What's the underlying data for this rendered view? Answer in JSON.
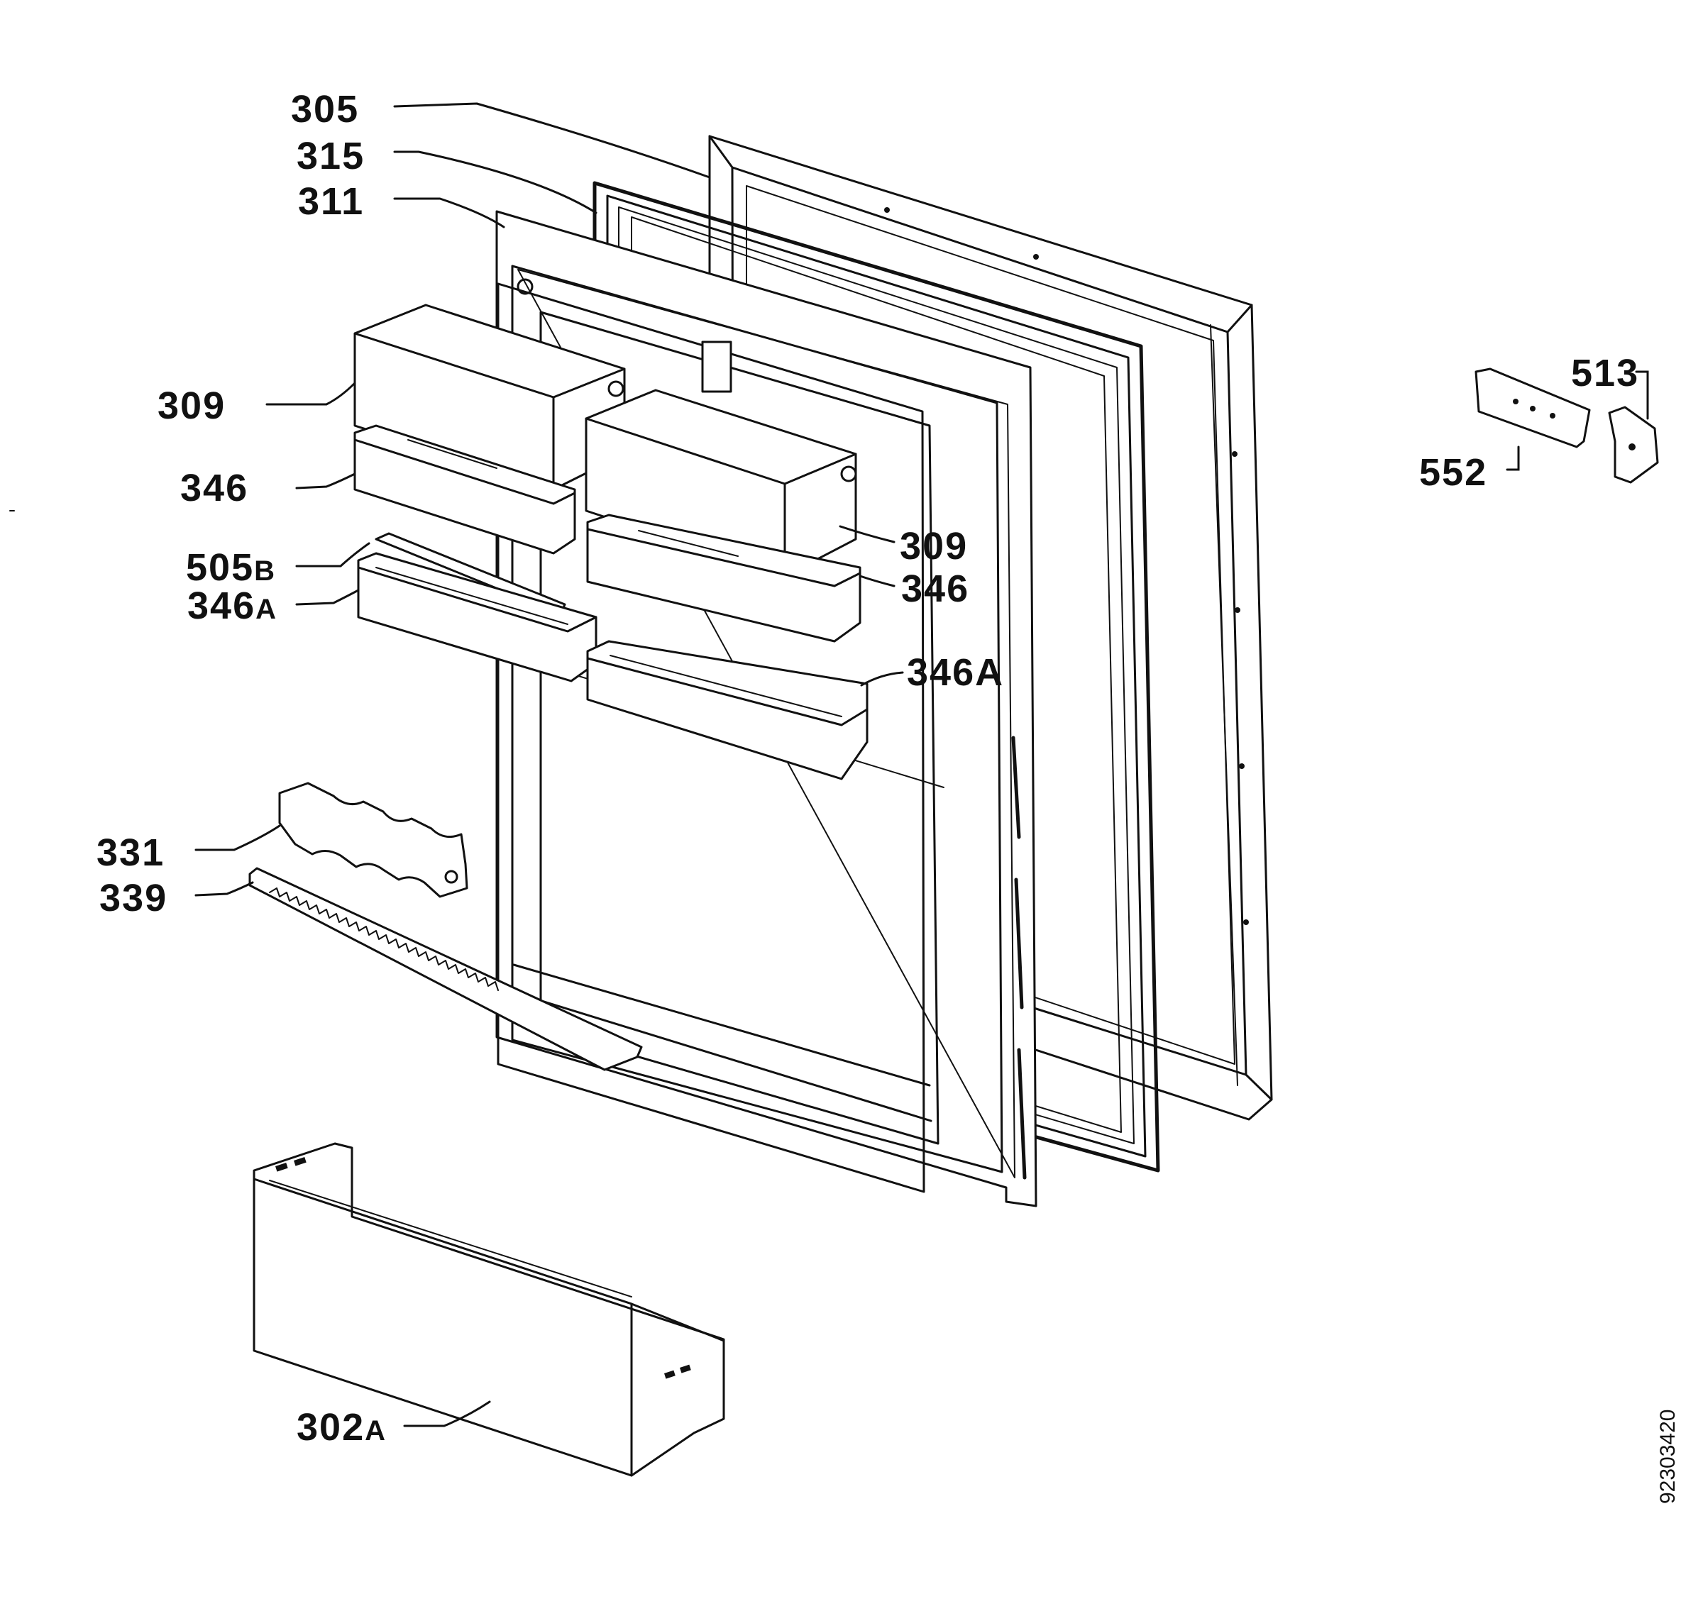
{
  "callouts": {
    "p305": "305",
    "p315": "315",
    "p311": "311",
    "p309_left": "309",
    "p346_left": "346",
    "p505": "505",
    "p505_suffix": "B",
    "p346a_left": "346",
    "p346a_left_suffix": "A",
    "p309_right": "309",
    "p346_right": "346",
    "p346a_right": "346A",
    "p331": "331",
    "p339": "339",
    "p302": "302",
    "p302_suffix": "A",
    "p513": "513",
    "p552": "552"
  },
  "document_number": "92303420",
  "colors": {
    "ink": "#111111",
    "paper": "#ffffff"
  }
}
